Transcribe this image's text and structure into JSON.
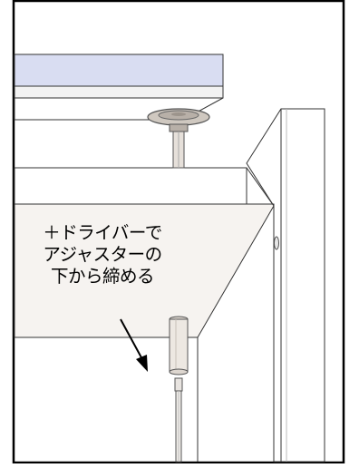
{
  "instruction": {
    "lines": [
      "＋ドライバーで",
      "アジャスターの",
      "下から締める"
    ]
  },
  "icons": {
    "adjuster": "adjuster-foot-icon",
    "screwdriver": "screwdriver-icon",
    "arrow": "arrow-down-right-icon"
  },
  "colors": {
    "frame": "#000000",
    "upper_shelf_top": "#d9ddf2",
    "shelf_bottom": "#f6f3f0",
    "adjuster_metal": "#b8b0a8"
  }
}
